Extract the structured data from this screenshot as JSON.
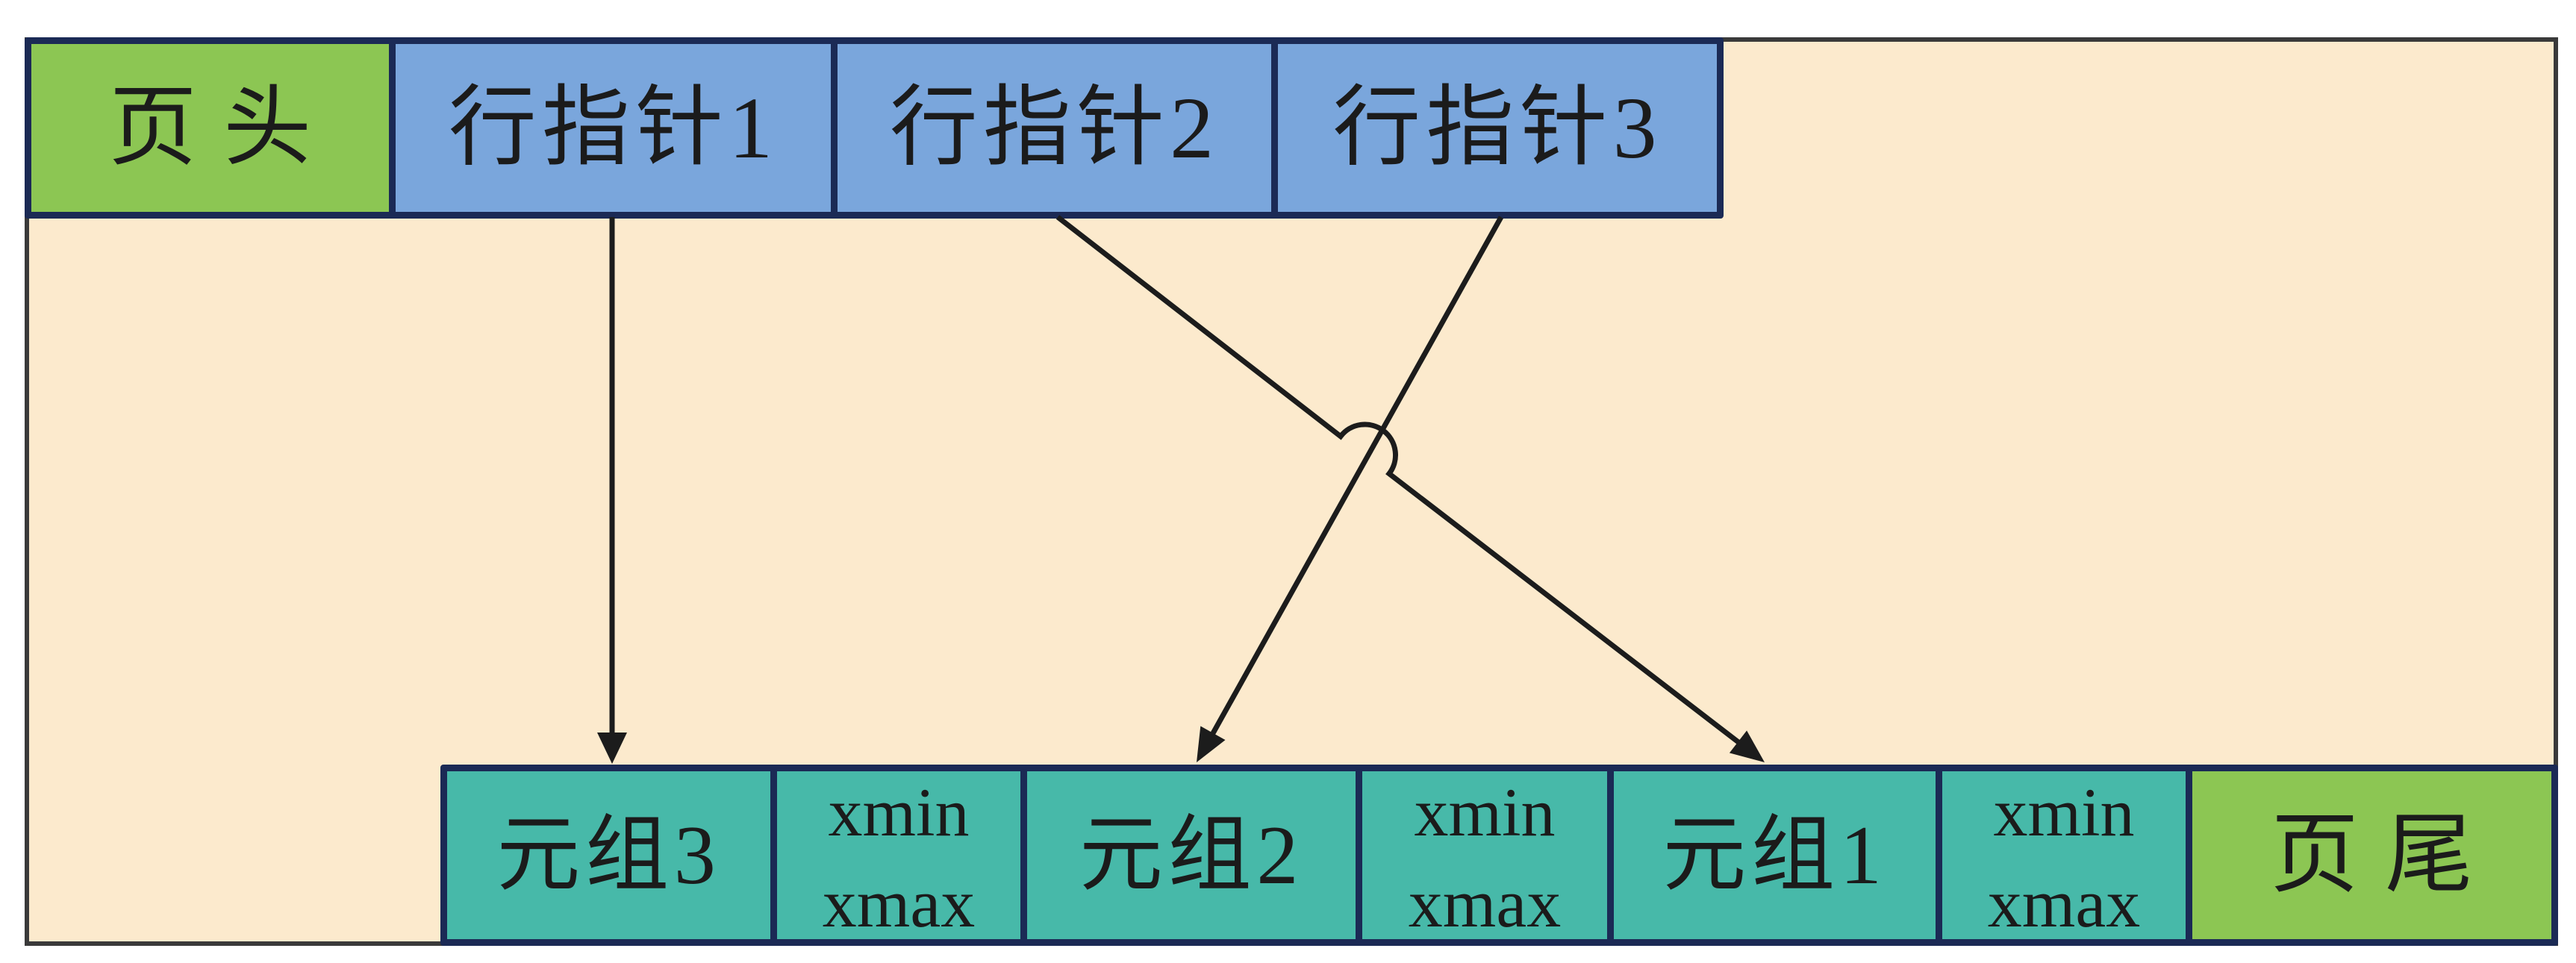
{
  "diagram_type": "database-page-layout",
  "colors": {
    "page_fill": "#fceacd",
    "page_border": "#3a3a3a",
    "cell_border": "#1b2a55",
    "green": "#8cc653",
    "blue": "#7aa6dc",
    "teal": "#47b9a9",
    "arrow": "#1c1c1c",
    "text": "#1b1b1b",
    "canvas": "#ffffff"
  },
  "top_row": [
    {
      "id": "page-header",
      "label": "页头"
    },
    {
      "id": "row-pointer-1",
      "label": "行指针1"
    },
    {
      "id": "row-pointer-2",
      "label": "行指针2"
    },
    {
      "id": "row-pointer-3",
      "label": "行指针3"
    }
  ],
  "bottom_row": [
    {
      "id": "tuple-3",
      "label": "元组3"
    },
    {
      "id": "xminmax-1",
      "line1": "xmin",
      "line2": "xmax"
    },
    {
      "id": "tuple-2",
      "label": "元组2"
    },
    {
      "id": "xminmax-2",
      "line1": "xmin",
      "line2": "xmax"
    },
    {
      "id": "tuple-1",
      "label": "元组1"
    },
    {
      "id": "xminmax-3",
      "line1": "xmin",
      "line2": "xmax"
    },
    {
      "id": "page-footer",
      "label": "页尾"
    }
  ],
  "arrows": [
    {
      "from": "行指针1",
      "to": "元组3",
      "style": "straight-vertical"
    },
    {
      "from": "行指针2",
      "to": "元组1",
      "style": "diagonal-with-hop"
    },
    {
      "from": "行指针3",
      "to": "元组2",
      "style": "diagonal"
    }
  ]
}
